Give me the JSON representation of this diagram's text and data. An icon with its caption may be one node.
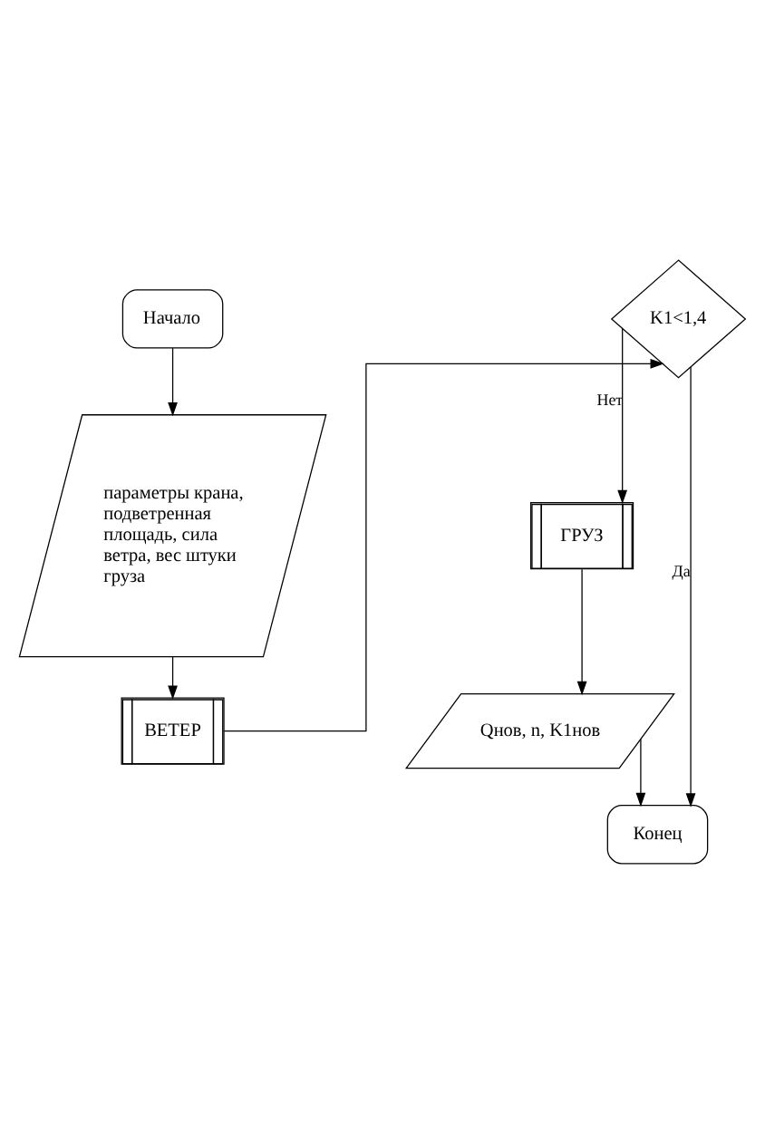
{
  "diagram": {
    "nodes": [
      {
        "text": [
          "Начало"
        ]
      },
      {
        "text": [
          "параметры крана, подветренная площадь, сила ветра, вес штуки груза"
        ]
      },
      {
        "text": [
          "ВЕТЕР"
        ]
      },
      {
        "text": [
          "K1<1,4"
        ]
      },
      {
        "text": [
          "ГРУЗ"
        ]
      },
      {
        "text": [
          "Qнов, n, K1нов"
        ]
      },
      {
        "text": [
          "Конец"
        ]
      }
    ],
    "edges": [
      {
        "from": 0,
        "to": 1,
        "arrow": "to"
      },
      {
        "from": 1,
        "to": 2,
        "arrow": "to"
      },
      {
        "from": 2,
        "to": 3,
        "arrow": "to"
      },
      {
        "from": 3,
        "to": 6,
        "arrow": "to",
        "label": "Да"
      },
      {
        "from": 3,
        "to": 4,
        "arrow": "to",
        "label": "Нет"
      },
      {
        "from": 4,
        "to": 5,
        "arrow": "to"
      },
      {
        "from": 5,
        "to": 6,
        "arrow": "to"
      }
    ]
  }
}
